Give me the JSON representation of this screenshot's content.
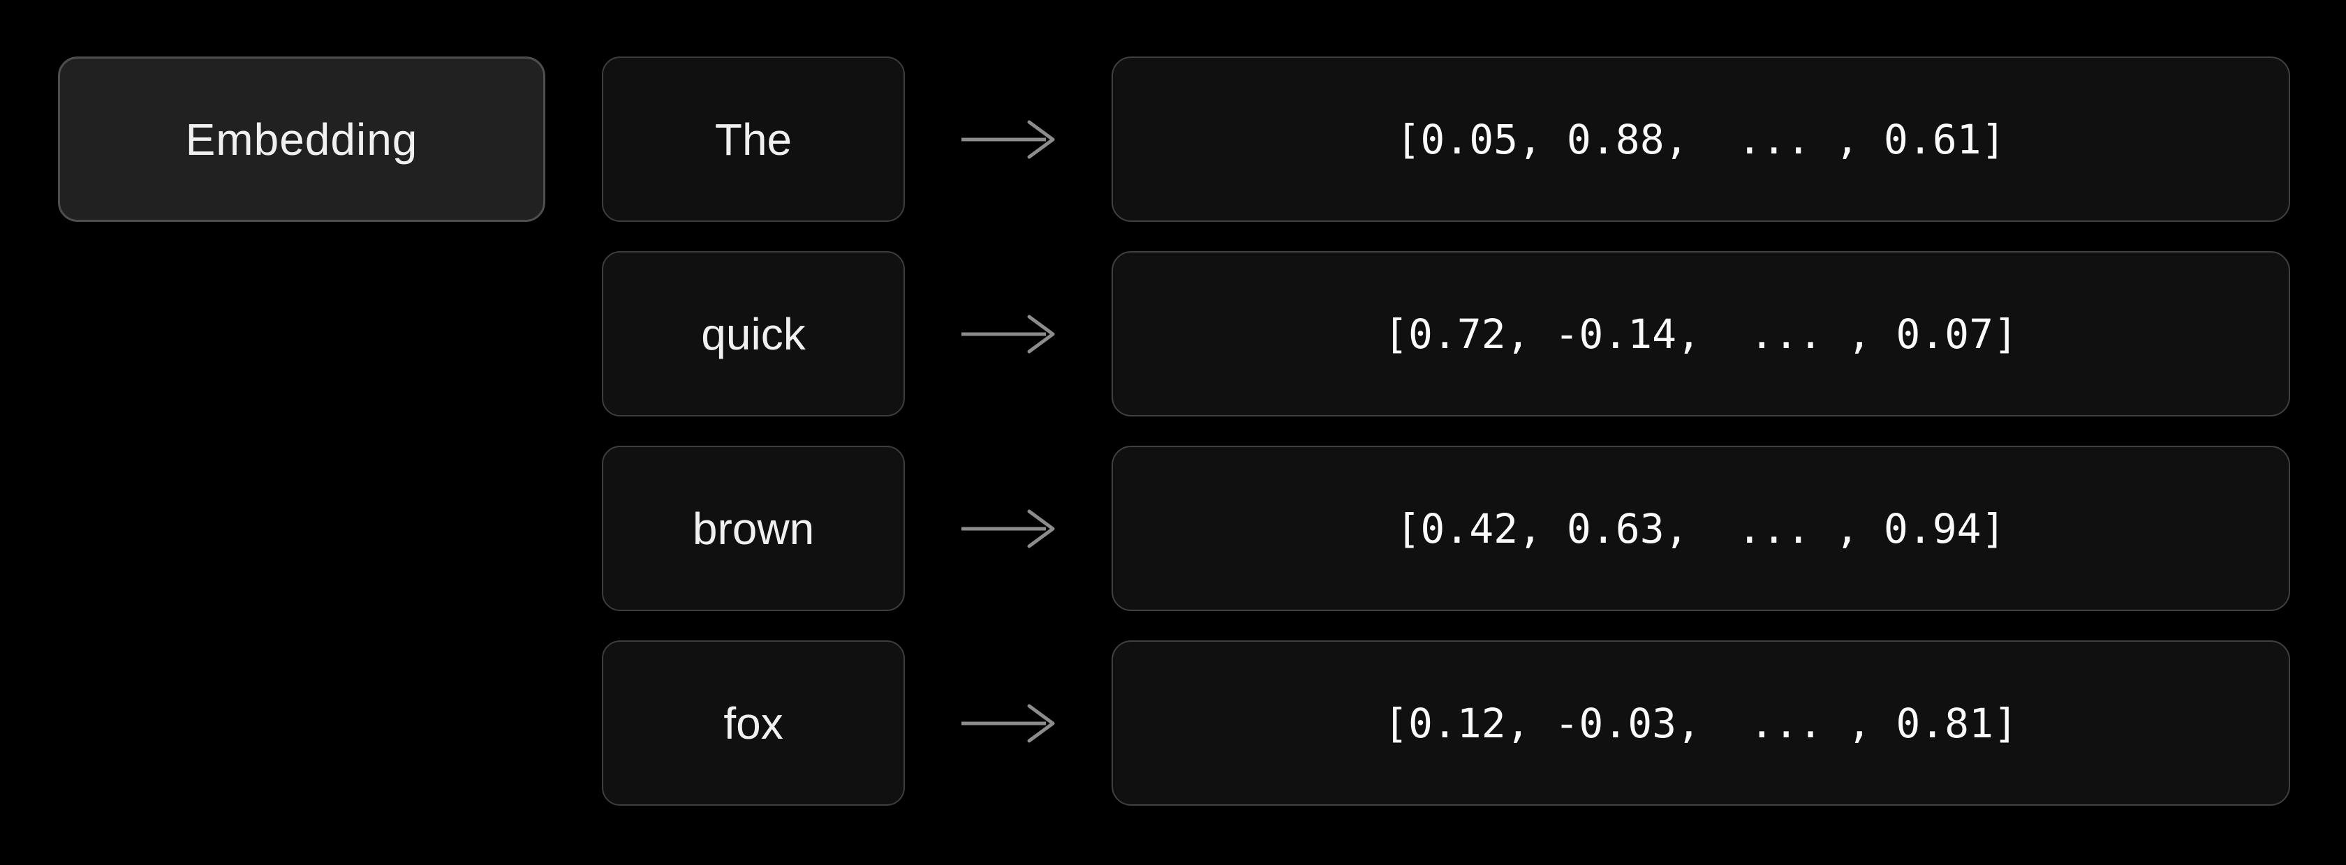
{
  "diagram": {
    "title": "Embedding",
    "embedding_box": {
      "label": "Embedding"
    },
    "arrow_icon": "right-arrow",
    "rows": [
      {
        "token": "The",
        "vector": "[0.05, 0.88,  ... , 0.61]"
      },
      {
        "token": "quick",
        "vector": "[0.72, -0.14,  ... , 0.07]"
      },
      {
        "token": "brown",
        "vector": "[0.42, 0.63,  ... , 0.94]"
      },
      {
        "token": "fox",
        "vector": "[0.12, -0.03,  ... , 0.81]"
      }
    ],
    "colors": {
      "background": "#000000",
      "embedding_box_fill": "#212121",
      "embedding_box_border": "#4f4f4f",
      "token_box_fill": "#101010",
      "token_box_border": "#3d3d3d",
      "vector_box_fill": "#101010",
      "vector_box_border": "#404040",
      "text": "#f0f0f0",
      "arrow": "#8c8c8c"
    }
  }
}
